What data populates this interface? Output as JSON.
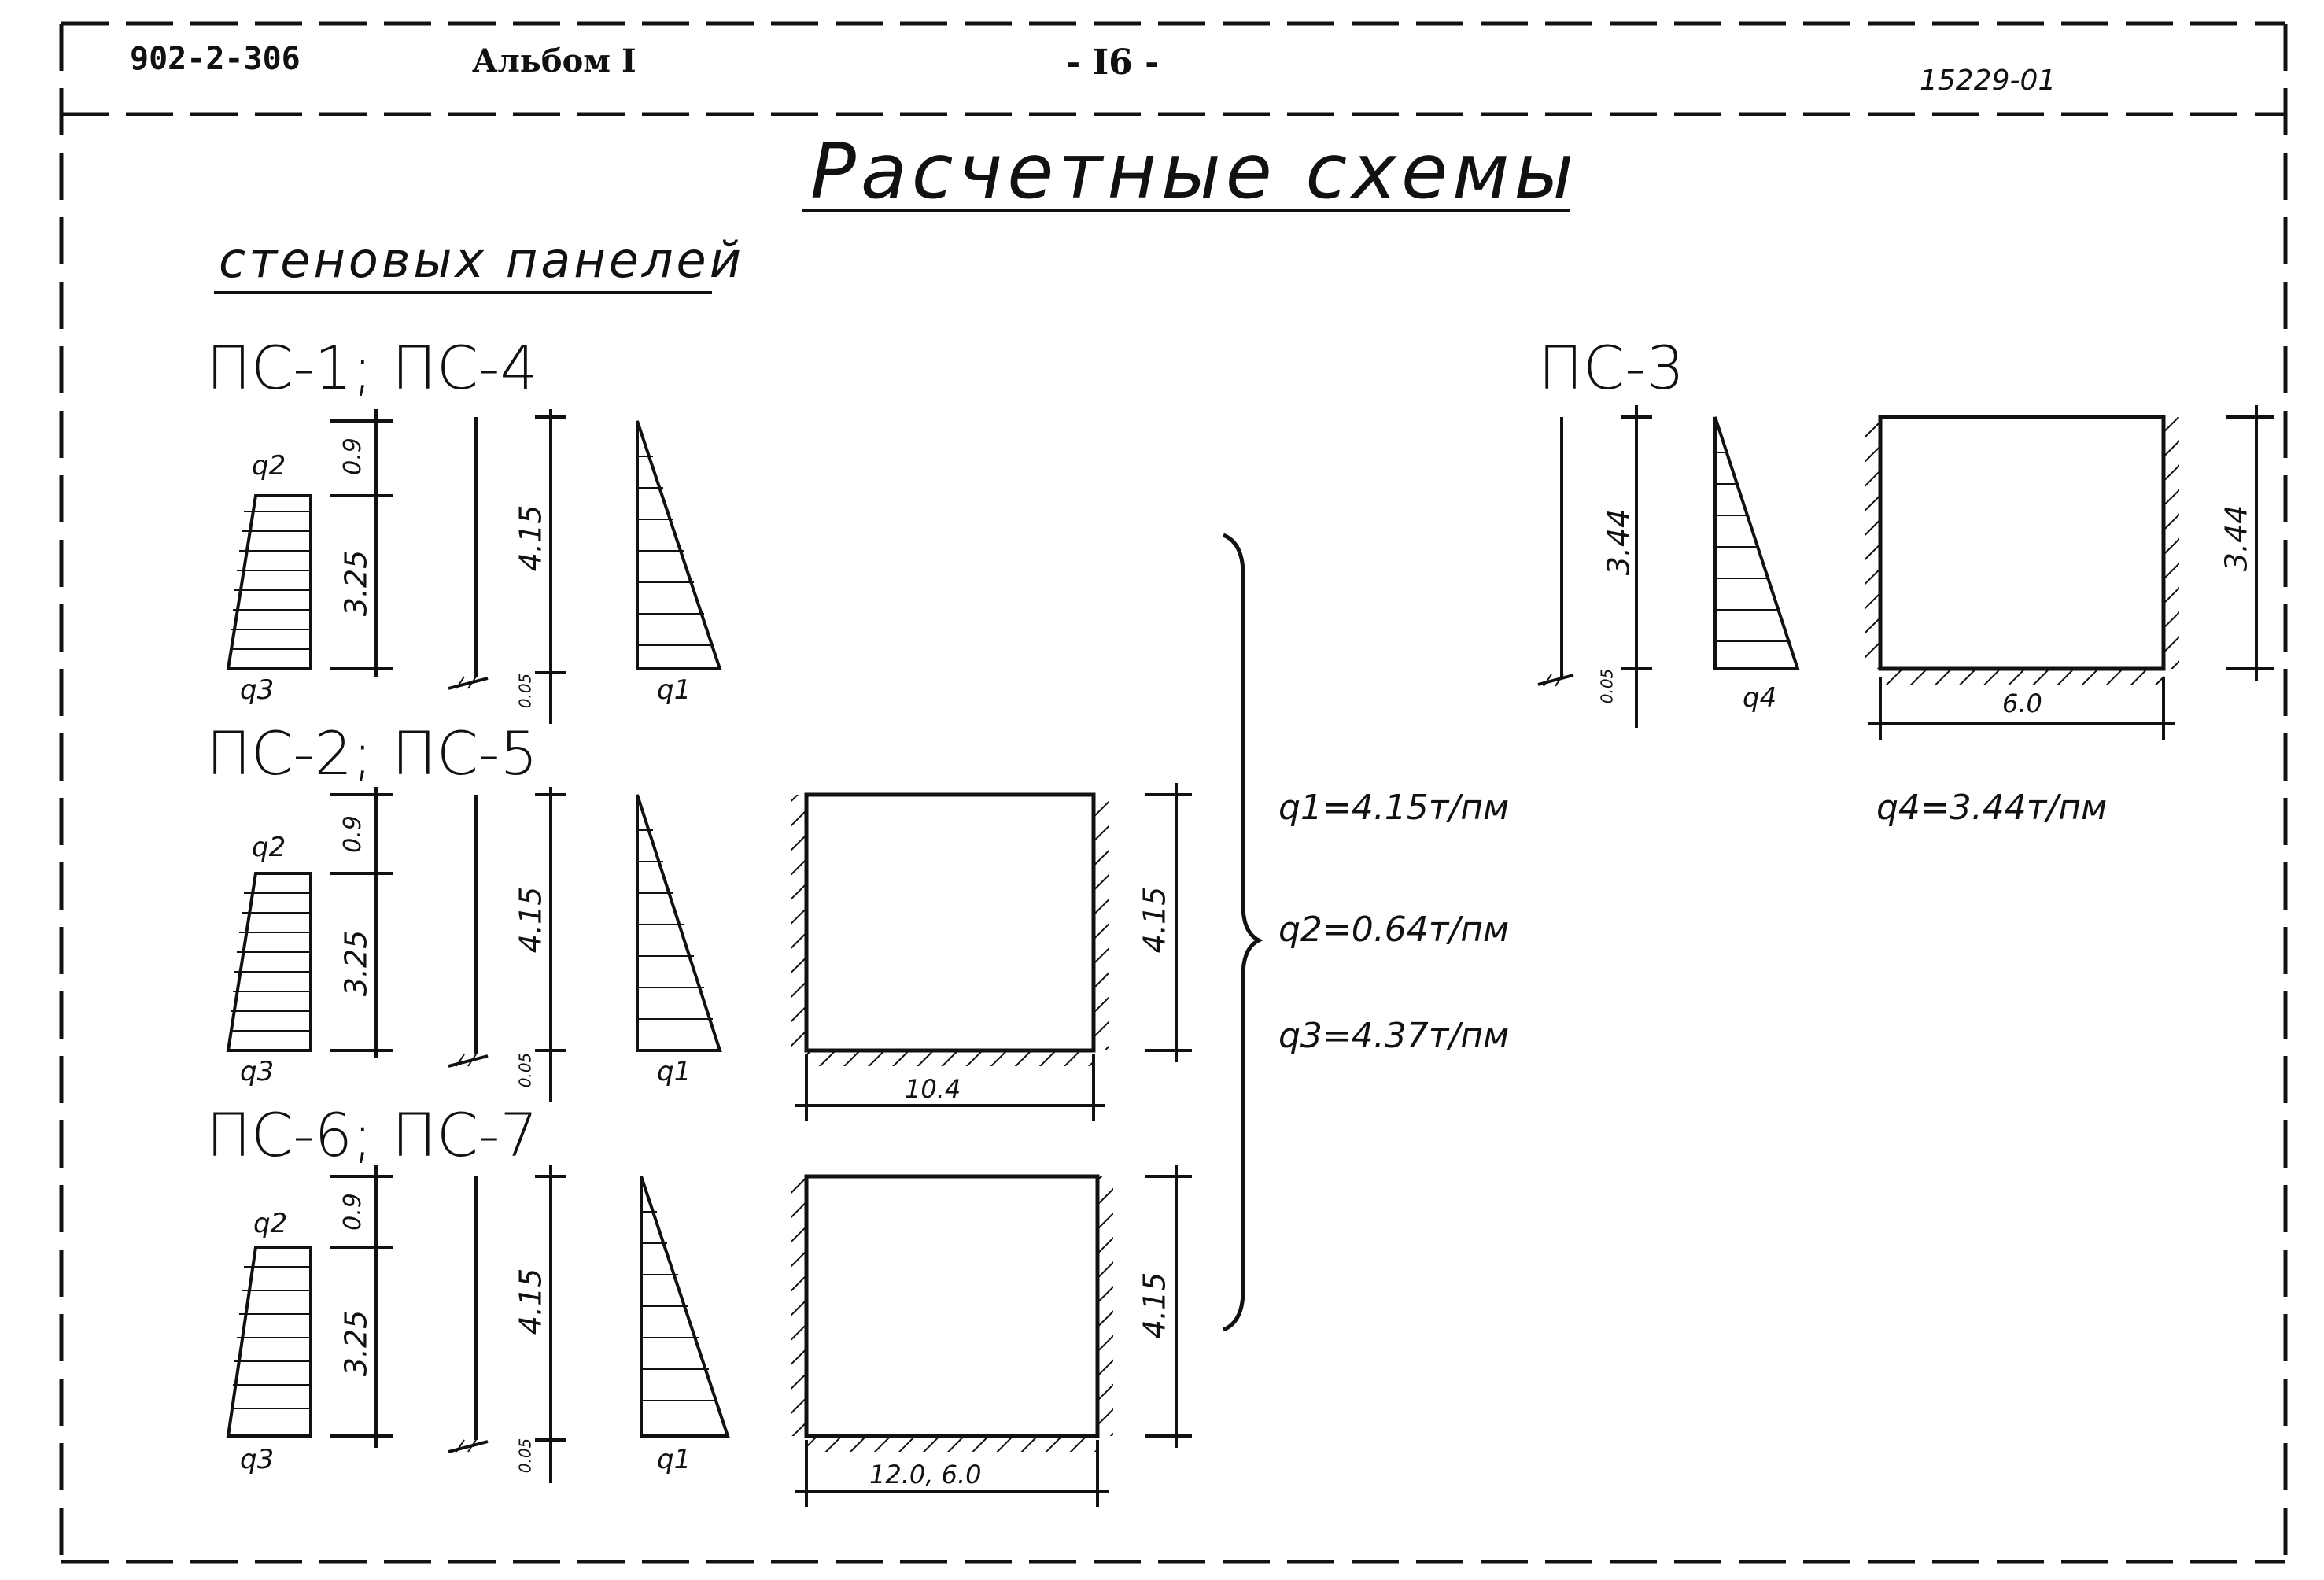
{
  "header": {
    "doc_code": "902-2-306",
    "album": "Альбом I",
    "page_number": "- I6 -",
    "sheet_code": "15229-01"
  },
  "title": {
    "line1": "Расчетные схемы",
    "line2": "стеновых панелей"
  },
  "groups": {
    "g1": {
      "label": "ПС-1; ПС-4",
      "dim_top": "0.9",
      "dim_mid": "3.25",
      "dim_total": "4.15",
      "dim_bottom": "0.05",
      "load_top": "q2",
      "load_bottom": "q3",
      "load_tri": "q1"
    },
    "g2": {
      "label": "ПС-2; ПС-5",
      "dim_top": "0.9",
      "dim_mid": "3.25",
      "dim_total": "4.15",
      "dim_bottom": "0.05",
      "load_top": "q2",
      "load_bottom": "q3",
      "load_tri": "q1",
      "plate_height": "4.15",
      "plate_width": "10.4"
    },
    "g3": {
      "label": "ПС-6; ПС-7",
      "dim_top": "0.9",
      "dim_mid": "3.25",
      "dim_total": "4.15",
      "dim_bottom": "0.05",
      "load_top": "q2",
      "load_bottom": "q3",
      "load_tri": "q1",
      "plate_height": "4.15",
      "plate_width": "12.0, 6.0"
    },
    "ps3": {
      "label": "ПС-3",
      "dim_total": "3.44",
      "dim_bottom": "0.05",
      "load_tri": "q4",
      "plate_height": "3.44",
      "plate_width": "6.0"
    }
  },
  "loads": {
    "q1": "q1=4.15т/пм",
    "q2": "q2=0.64т/пм",
    "q3": "q3=4.37т/пм",
    "q4": "q4=3.44т/пм"
  }
}
